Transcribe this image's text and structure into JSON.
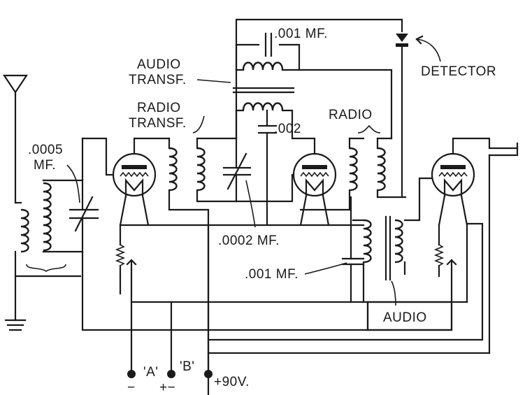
{
  "labels": {
    "cap_001_top": ".001 MF.",
    "audio_transf_1": "AUDIO",
    "audio_transf_2": "TRANSF.",
    "detector": "DETECTOR",
    "radio_transf_1": "RADIO",
    "radio_transf_2": "TRANSF.",
    "cap_002": ".002",
    "radio": "RADIO",
    "cap_0005_1": ".0005",
    "cap_0005_2": "MF.",
    "cap_0002": ".0002 MF.",
    "cap_001_mid": ".001 MF.",
    "audio": "AUDIO",
    "term_a": "'A'",
    "term_b": "'B'",
    "term_90v": "+90V.",
    "sign_minus_a": "−",
    "sign_plus_minus": "+−"
  }
}
